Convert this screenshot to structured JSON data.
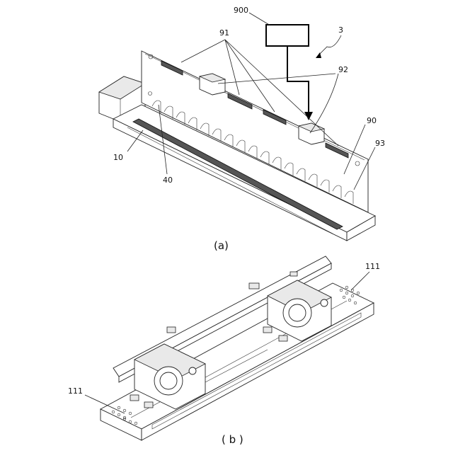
{
  "figure_a": {
    "caption": "(a)",
    "labels": {
      "controller": "900",
      "assembly": "3",
      "connectors": "91",
      "boards": "92",
      "plate": "90",
      "bracket": "93",
      "head": "10",
      "flex": "40"
    }
  },
  "figure_b": {
    "caption": "( b )",
    "labels": {
      "holes_right": "111",
      "holes_left": "111"
    }
  }
}
